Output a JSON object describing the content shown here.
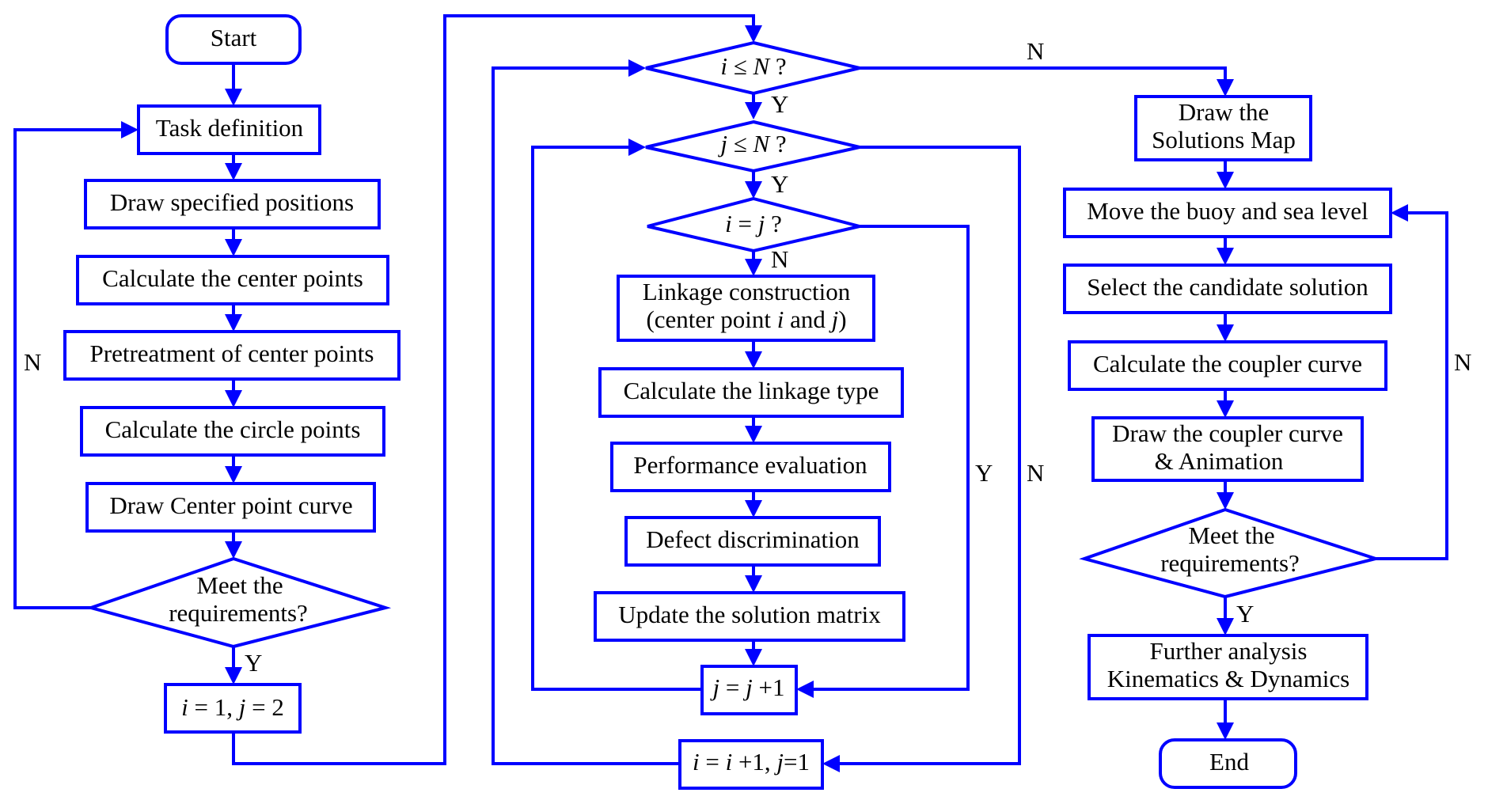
{
  "colors": {
    "stroke": "#0000ff",
    "text": "#000000",
    "background": "#ffffff"
  },
  "left_column": {
    "start": "Start",
    "task_definition": "Task definition",
    "draw_specified_positions": "Draw specified positions",
    "calculate_center_points": "Calculate the center points",
    "pretreatment": "Pretreatment of center points",
    "calculate_circle_points": "Calculate the circle points",
    "draw_center_point_curve": "Draw Center point curve",
    "decision_line1": "Meet the",
    "decision_line2": "requirements?",
    "yes_label": "Y",
    "no_label": "N",
    "init": {
      "i_var": "i",
      "eq1": " = 1, ",
      "j_var": "j",
      "eq2": " = 2"
    }
  },
  "middle_column": {
    "decision_i": {
      "var": "i",
      "op": " ≤ ",
      "n": "N",
      "q": " ?"
    },
    "decision_j": {
      "var": "j",
      "op": " ≤ ",
      "n": "N",
      "q": " ?"
    },
    "decision_ij": {
      "var1": "i",
      "op": " = ",
      "var2": "j",
      "q": " ?"
    },
    "yes_label_1": "Y",
    "yes_label_2": "Y",
    "no_label_ij": "N",
    "yes_label_ij": "Y",
    "no_label_j": "N",
    "no_label_i": "N",
    "linkage_line1": "Linkage construction",
    "linkage_line2_a": "(center point ",
    "linkage_line2_i": "i",
    "linkage_line2_b": " and ",
    "linkage_line2_j": "j",
    "linkage_line2_c": ")",
    "linkage_type": "Calculate the linkage type",
    "performance": "Performance evaluation",
    "defect": "Defect discrimination",
    "update_matrix": "Update the solution matrix",
    "j_increment": {
      "j1": "j",
      "eq": " = ",
      "j2": "j",
      "rest": " +1"
    },
    "i_increment": {
      "i1": "i",
      "eq": " = ",
      "i2": "i",
      "rest": " +1, ",
      "j": "j",
      "rest2": "=1"
    }
  },
  "right_column": {
    "draw_map_line1": "Draw the",
    "draw_map_line2": "Solutions Map",
    "move_buoy": "Move the buoy and sea level",
    "select_candidate": "Select the candidate solution",
    "calc_coupler": "Calculate the coupler curve",
    "draw_coupler_line1": "Draw the coupler curve",
    "draw_coupler_line2": "& Animation",
    "decision_line1": "Meet the",
    "decision_line2": "requirements?",
    "yes_label": "Y",
    "no_label": "N",
    "further_line1": "Further analysis",
    "further_line2": "Kinematics & Dynamics",
    "end": "End"
  }
}
